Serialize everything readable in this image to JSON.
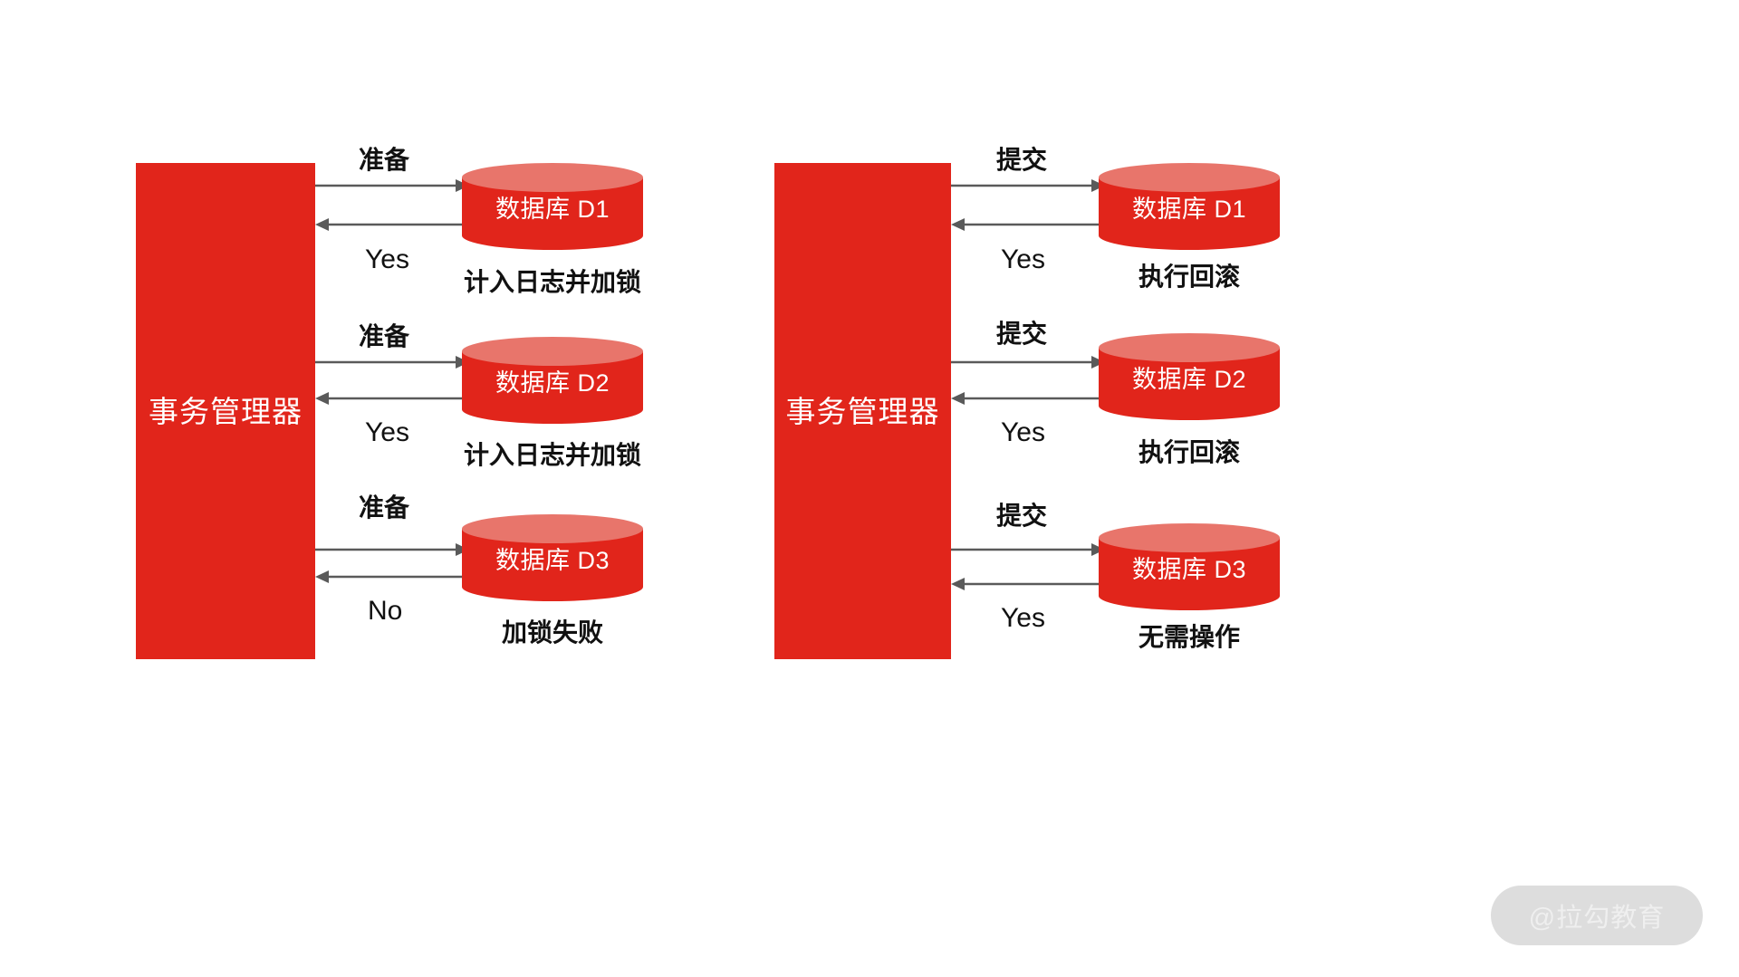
{
  "diagram": {
    "background_color": "#FFFFFF",
    "accent_color": "#E1251B",
    "cylinder_top_color": "#E8756B",
    "arrow_color": "#5A5A5A",
    "text_color": "#111111"
  },
  "panels": [
    {
      "id": "prepare-phase",
      "manager_label": "事务管理器",
      "rows": [
        {
          "db_label": "数据库 D1",
          "request_label": "准备",
          "response_label": "Yes",
          "caption": "计入日志并加锁"
        },
        {
          "db_label": "数据库 D2",
          "request_label": "准备",
          "response_label": "Yes",
          "caption": "计入日志并加锁"
        },
        {
          "db_label": "数据库 D3",
          "request_label": "准备",
          "response_label": "No",
          "caption": "加锁失败"
        }
      ]
    },
    {
      "id": "commit-phase",
      "manager_label": "事务管理器",
      "rows": [
        {
          "db_label": "数据库 D1",
          "request_label": "提交",
          "response_label": "Yes",
          "caption": "执行回滚"
        },
        {
          "db_label": "数据库 D2",
          "request_label": "提交",
          "response_label": "Yes",
          "caption": "执行回滚"
        },
        {
          "db_label": "数据库 D3",
          "request_label": "提交",
          "response_label": "Yes",
          "caption": "无需操作"
        }
      ]
    }
  ],
  "watermark": {
    "text": "@拉勾教育"
  }
}
